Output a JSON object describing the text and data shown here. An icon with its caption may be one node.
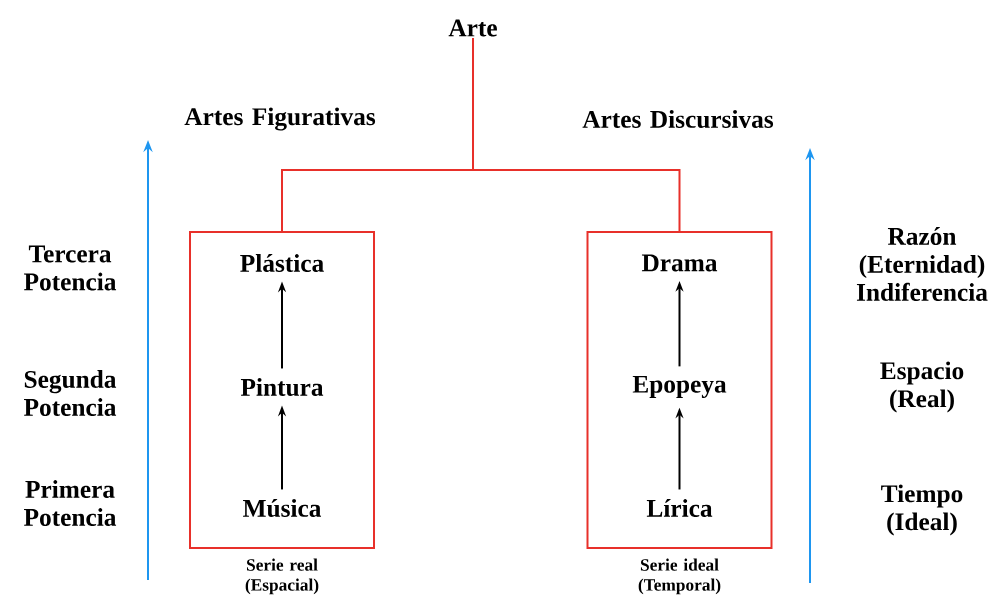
{
  "diagram": {
    "nodes": [
      {
        "text": [
          "Arte"
        ]
      },
      {
        "text": [],
        "shape": "box",
        "beside": [
          "Serie real (Espacial)"
        ]
      },
      {
        "text": [
          "Plástica"
        ],
        "in": 1
      },
      {
        "text": [
          "Pintura"
        ],
        "in": 1
      },
      {
        "text": [
          "Música"
        ],
        "in": 1
      },
      {
        "text": [],
        "shape": "box",
        "beside": [
          "Serie ideal (Temporal)"
        ]
      },
      {
        "text": [
          "Drama"
        ],
        "in": 5
      },
      {
        "text": [
          "Epopeya"
        ],
        "in": 5
      },
      {
        "text": [
          "Lírica"
        ],
        "in": 5
      }
    ],
    "edges": [
      {
        "from": 0,
        "to": 1,
        "arrow": "none",
        "color": "#e8302a"
      },
      {
        "from": 0,
        "to": 5,
        "arrow": "none",
        "color": "#e8302a"
      },
      {
        "from": 4,
        "to": 3,
        "arrow": "to"
      },
      {
        "from": 3,
        "to": 2,
        "arrow": "to"
      },
      {
        "from": 8,
        "to": 7,
        "arrow": "to"
      },
      {
        "from": 7,
        "to": 6,
        "arrow": "to"
      }
    ],
    "labels": [
      "Artes Figurativas",
      "Artes Discursivas",
      "Tercera Potencia",
      "Razón (Eternidad) Indiferencia",
      "Segunda Potencia",
      "Espacio (Real)",
      "Primera Potencia",
      "Tiempo (Ideal)"
    ]
  }
}
